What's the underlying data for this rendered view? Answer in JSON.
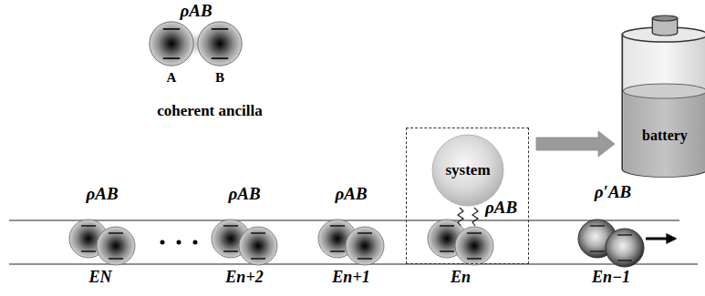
{
  "diagram": {
    "nodes": [
      {
        "text": [
          "ρAB"
        ]
      },
      {
        "text": [
          "system"
        ],
        "in": 0
      },
      {
        "text": [
          "battery"
        ]
      }
    ],
    "edges": [
      {
        "from": 0,
        "to": 2,
        "arrow": "to"
      }
    ],
    "labels": [
      "ρAB",
      "A",
      "B",
      "coherent ancilla",
      "ρAB",
      "ρAB",
      "ρAB",
      "ρ′AB",
      "EN",
      "En+2",
      "En+1",
      "En",
      "En−1"
    ]
  }
}
